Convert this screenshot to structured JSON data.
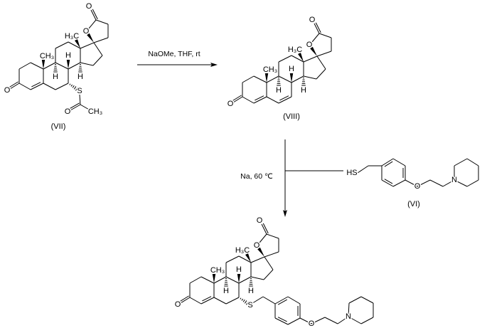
{
  "reaction": {
    "step1": {
      "conditions": "NaOMe, THF, rt"
    },
    "step2": {
      "conditions": "Na, 60 ℃"
    }
  },
  "compounds": {
    "starting_material": {
      "label": "(VII)"
    },
    "intermediate": {
      "label": "(VIII)"
    },
    "thiol_reagent": {
      "label": "(VI)"
    },
    "product": {
      "label": ""
    }
  },
  "atom_labels": {
    "oxygen": "O",
    "sulfur": "S",
    "hydrogen": "H",
    "nitrogen": "N",
    "methyl": "CH₃",
    "methyl_left": "H₃C",
    "thiol": "HS",
    "acetyl_methyl": "CH₃"
  }
}
